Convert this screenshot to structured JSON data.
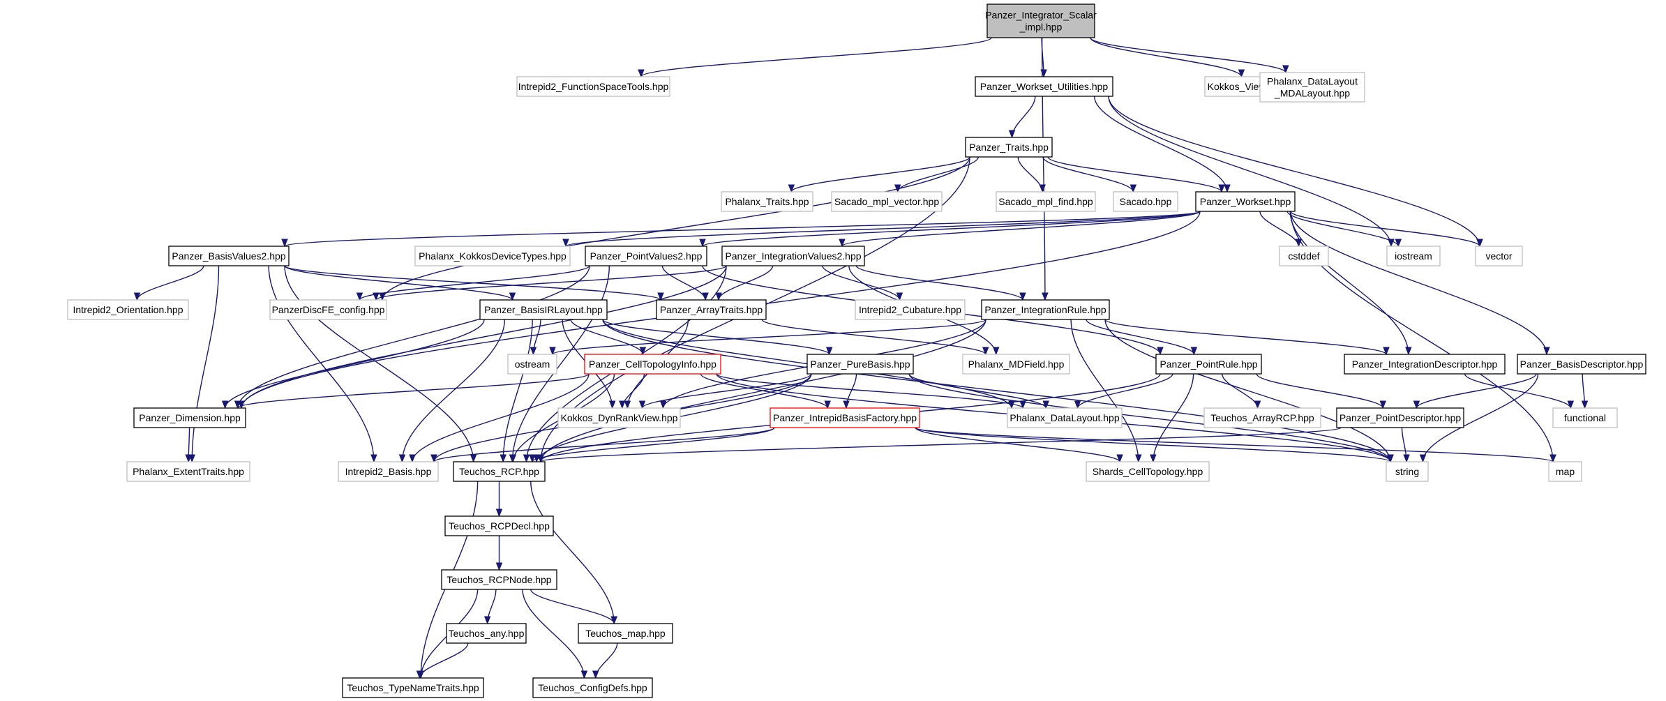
{
  "colors": {
    "edge": "#191970",
    "node_fill": "#ffffff",
    "root_fill": "#bfbfbf",
    "border_normal": "#000000",
    "border_external": "#bfbfbf",
    "border_truncated": "#ff0000"
  },
  "nodes": [
    {
      "id": "root",
      "lines": [
        "Panzer_Integrator_Scalar",
        "_impl.hpp"
      ],
      "style": "root"
    },
    {
      "id": "intrepid2_fst",
      "lines": [
        "Intrepid2_FunctionSpaceTools.hpp"
      ],
      "style": "external"
    },
    {
      "id": "workset_util",
      "lines": [
        "Panzer_Workset_Utilities.hpp"
      ],
      "style": "normal"
    },
    {
      "id": "kokkos_vf",
      "lines": [
        "Kokkos_ViewFactory.hpp"
      ],
      "style": "external"
    },
    {
      "id": "phalanx_mda",
      "lines": [
        "Phalanx_DataLayout",
        "_MDALayout.hpp"
      ],
      "style": "external"
    },
    {
      "id": "traits",
      "lines": [
        "Panzer_Traits.hpp"
      ],
      "style": "normal"
    },
    {
      "id": "phalanx_traits",
      "lines": [
        "Phalanx_Traits.hpp"
      ],
      "style": "external"
    },
    {
      "id": "sacado_mpl_vector",
      "lines": [
        "Sacado_mpl_vector.hpp"
      ],
      "style": "external"
    },
    {
      "id": "sacado_mpl_find",
      "lines": [
        "Sacado_mpl_find.hpp"
      ],
      "style": "external"
    },
    {
      "id": "sacado",
      "lines": [
        "Sacado.hpp"
      ],
      "style": "external"
    },
    {
      "id": "workset",
      "lines": [
        "Panzer_Workset.hpp"
      ],
      "style": "normal"
    },
    {
      "id": "basisvalues2",
      "lines": [
        "Panzer_BasisValues2.hpp"
      ],
      "style": "normal"
    },
    {
      "id": "phalanx_kdt",
      "lines": [
        "Phalanx_KokkosDeviceTypes.hpp"
      ],
      "style": "external"
    },
    {
      "id": "pointvalues2",
      "lines": [
        "Panzer_PointValues2.hpp"
      ],
      "style": "normal"
    },
    {
      "id": "integrationvalues2",
      "lines": [
        "Panzer_IntegrationValues2.hpp"
      ],
      "style": "normal"
    },
    {
      "id": "cstddef",
      "lines": [
        "cstddef"
      ],
      "style": "external"
    },
    {
      "id": "iostream",
      "lines": [
        "iostream"
      ],
      "style": "external"
    },
    {
      "id": "vector",
      "lines": [
        "vector"
      ],
      "style": "external"
    },
    {
      "id": "intrepid2_orient",
      "lines": [
        "Intrepid2_Orientation.hpp"
      ],
      "style": "external"
    },
    {
      "id": "panzerdiscfe",
      "lines": [
        "PanzerDiscFE_config.hpp"
      ],
      "style": "external"
    },
    {
      "id": "basisirlayout",
      "lines": [
        "Panzer_BasisIRLayout.hpp"
      ],
      "style": "normal"
    },
    {
      "id": "arraytraits",
      "lines": [
        "Panzer_ArrayTraits.hpp"
      ],
      "style": "normal"
    },
    {
      "id": "intrepid2_cub",
      "lines": [
        "Intrepid2_Cubature.hpp"
      ],
      "style": "external"
    },
    {
      "id": "integrationrule",
      "lines": [
        "Panzer_IntegrationRule.hpp"
      ],
      "style": "normal"
    },
    {
      "id": "ostream",
      "lines": [
        "ostream"
      ],
      "style": "external"
    },
    {
      "id": "celltopologyinfo",
      "lines": [
        "Panzer_CellTopologyInfo.hpp"
      ],
      "style": "truncated"
    },
    {
      "id": "purebasis",
      "lines": [
        "Panzer_PureBasis.hpp"
      ],
      "style": "normal"
    },
    {
      "id": "phalanx_mdfield",
      "lines": [
        "Phalanx_MDField.hpp"
      ],
      "style": "external"
    },
    {
      "id": "pointrule",
      "lines": [
        "Panzer_PointRule.hpp"
      ],
      "style": "normal"
    },
    {
      "id": "integrationdesc",
      "lines": [
        "Panzer_IntegrationDescriptor.hpp"
      ],
      "style": "normal"
    },
    {
      "id": "basisdesc",
      "lines": [
        "Panzer_BasisDescriptor.hpp"
      ],
      "style": "normal"
    },
    {
      "id": "dimension",
      "lines": [
        "Panzer_Dimension.hpp"
      ],
      "style": "normal"
    },
    {
      "id": "kokkos_drv",
      "lines": [
        "Kokkos_DynRankView.hpp"
      ],
      "style": "external"
    },
    {
      "id": "intrepidbasisfactory",
      "lines": [
        "Panzer_IntrepidBasisFactory.hpp"
      ],
      "style": "truncated"
    },
    {
      "id": "phalanx_dl",
      "lines": [
        "Phalanx_DataLayout.hpp"
      ],
      "style": "external"
    },
    {
      "id": "teuchos_arrayrcp",
      "lines": [
        "Teuchos_ArrayRCP.hpp"
      ],
      "style": "external"
    },
    {
      "id": "pointdesc",
      "lines": [
        "Panzer_PointDescriptor.hpp"
      ],
      "style": "normal"
    },
    {
      "id": "functional",
      "lines": [
        "functional"
      ],
      "style": "external"
    },
    {
      "id": "phalanx_et",
      "lines": [
        "Phalanx_ExtentTraits.hpp"
      ],
      "style": "external"
    },
    {
      "id": "intrepid2_basis",
      "lines": [
        "Intrepid2_Basis.hpp"
      ],
      "style": "external"
    },
    {
      "id": "teuchos_rcp",
      "lines": [
        "Teuchos_RCP.hpp"
      ],
      "style": "normal"
    },
    {
      "id": "shards_ct",
      "lines": [
        "Shards_CellTopology.hpp"
      ],
      "style": "external"
    },
    {
      "id": "string",
      "lines": [
        "string"
      ],
      "style": "external"
    },
    {
      "id": "map",
      "lines": [
        "map"
      ],
      "style": "external"
    },
    {
      "id": "teuchos_rcpdecl",
      "lines": [
        "Teuchos_RCPDecl.hpp"
      ],
      "style": "normal"
    },
    {
      "id": "teuchos_rcpnode",
      "lines": [
        "Teuchos_RCPNode.hpp"
      ],
      "style": "normal"
    },
    {
      "id": "teuchos_any",
      "lines": [
        "Teuchos_any.hpp"
      ],
      "style": "normal"
    },
    {
      "id": "teuchos_map",
      "lines": [
        "Teuchos_map.hpp"
      ],
      "style": "normal"
    },
    {
      "id": "teuchos_tnt",
      "lines": [
        "Teuchos_TypeNameTraits.hpp"
      ],
      "style": "normal"
    },
    {
      "id": "teuchos_cd",
      "lines": [
        "Teuchos_ConfigDefs.hpp"
      ],
      "style": "normal"
    }
  ],
  "edges": [
    [
      "root",
      "intrepid2_fst"
    ],
    [
      "root",
      "workset_util"
    ],
    [
      "root",
      "kokkos_vf"
    ],
    [
      "root",
      "phalanx_mda"
    ],
    [
      "root",
      "integrationrule"
    ],
    [
      "workset_util",
      "traits"
    ],
    [
      "workset_util",
      "workset"
    ],
    [
      "workset_util",
      "iostream"
    ],
    [
      "workset_util",
      "vector"
    ],
    [
      "traits",
      "phalanx_traits"
    ],
    [
      "traits",
      "sacado_mpl_vector"
    ],
    [
      "traits",
      "sacado_mpl_find"
    ],
    [
      "traits",
      "sacado"
    ],
    [
      "traits",
      "workset"
    ],
    [
      "traits",
      "panzerdiscfe"
    ],
    [
      "traits",
      "teuchos_rcp"
    ],
    [
      "workset",
      "basisvalues2"
    ],
    [
      "workset",
      "phalanx_kdt"
    ],
    [
      "workset",
      "pointvalues2"
    ],
    [
      "workset",
      "integrationvalues2"
    ],
    [
      "workset",
      "cstddef"
    ],
    [
      "workset",
      "iostream"
    ],
    [
      "workset",
      "vector"
    ],
    [
      "workset",
      "map"
    ],
    [
      "workset",
      "integrationdesc"
    ],
    [
      "workset",
      "basisdesc"
    ],
    [
      "workset",
      "dimension"
    ],
    [
      "basisvalues2",
      "intrepid2_orient"
    ],
    [
      "basisvalues2",
      "basisirlayout"
    ],
    [
      "basisvalues2",
      "arraytraits"
    ],
    [
      "basisvalues2",
      "intrepid2_basis"
    ],
    [
      "basisvalues2",
      "teuchos_rcp"
    ],
    [
      "basisvalues2",
      "phalanx_et"
    ],
    [
      "pointvalues2",
      "panzerdiscfe"
    ],
    [
      "pointvalues2",
      "arraytraits"
    ],
    [
      "pointvalues2",
      "dimension"
    ],
    [
      "pointvalues2",
      "teuchos_rcp"
    ],
    [
      "pointvalues2",
      "pointrule"
    ],
    [
      "integrationvalues2",
      "panzerdiscfe"
    ],
    [
      "integrationvalues2",
      "arraytraits"
    ],
    [
      "integrationvalues2",
      "intrepid2_cub"
    ],
    [
      "integrationvalues2",
      "integrationrule"
    ],
    [
      "integrationvalues2",
      "phalanx_mdfield"
    ],
    [
      "integrationvalues2",
      "dimension"
    ],
    [
      "integrationvalues2",
      "teuchos_rcp"
    ],
    [
      "basisirlayout",
      "celltopologyinfo"
    ],
    [
      "basisirlayout",
      "purebasis"
    ],
    [
      "basisirlayout",
      "dimension"
    ],
    [
      "basisirlayout",
      "kokkos_drv"
    ],
    [
      "basisirlayout",
      "teuchos_rcp"
    ],
    [
      "basisirlayout",
      "intrepid2_basis"
    ],
    [
      "basisirlayout",
      "phalanx_dl"
    ],
    [
      "basisirlayout",
      "ostream"
    ],
    [
      "basisirlayout",
      "string"
    ],
    [
      "arraytraits",
      "kokkos_drv"
    ],
    [
      "arraytraits",
      "phalanx_mdfield"
    ],
    [
      "integrationrule",
      "ostream"
    ],
    [
      "integrationrule",
      "pointrule"
    ],
    [
      "integrationrule",
      "integrationdesc"
    ],
    [
      "integrationrule",
      "shards_ct"
    ],
    [
      "integrationrule",
      "teuchos_rcp"
    ],
    [
      "integrationrule",
      "kokkos_drv"
    ],
    [
      "integrationrule",
      "string"
    ],
    [
      "celltopologyinfo",
      "dimension"
    ],
    [
      "celltopologyinfo",
      "kokkos_drv"
    ],
    [
      "celltopologyinfo",
      "intrepidbasisfactory"
    ],
    [
      "celltopologyinfo",
      "teuchos_rcp"
    ],
    [
      "celltopologyinfo",
      "phalanx_dl"
    ],
    [
      "celltopologyinfo",
      "string"
    ],
    [
      "celltopologyinfo",
      "intrepid2_basis"
    ],
    [
      "purebasis",
      "intrepidbasisfactory"
    ],
    [
      "purebasis",
      "kokkos_drv"
    ],
    [
      "purebasis",
      "phalanx_dl"
    ],
    [
      "purebasis",
      "teuchos_rcp"
    ],
    [
      "purebasis",
      "intrepid2_basis"
    ],
    [
      "purebasis",
      "string"
    ],
    [
      "pointrule",
      "phalanx_dl"
    ],
    [
      "pointrule",
      "teuchos_arrayrcp"
    ],
    [
      "pointrule",
      "pointdesc"
    ],
    [
      "pointrule",
      "shards_ct"
    ],
    [
      "pointrule",
      "teuchos_rcp"
    ],
    [
      "integrationdesc",
      "functional"
    ],
    [
      "basisdesc",
      "pointdesc"
    ],
    [
      "basisdesc",
      "functional"
    ],
    [
      "basisdesc",
      "string"
    ],
    [
      "pointdesc",
      "string"
    ],
    [
      "pointdesc",
      "teuchos_rcp"
    ],
    [
      "dimension",
      "phalanx_et"
    ],
    [
      "intrepidbasisfactory",
      "intrepid2_basis"
    ],
    [
      "intrepidbasisfactory",
      "teuchos_rcp"
    ],
    [
      "intrepidbasisfactory",
      "shards_ct"
    ],
    [
      "intrepidbasisfactory",
      "string"
    ],
    [
      "intrepidbasisfactory",
      "map"
    ],
    [
      "teuchos_rcp",
      "teuchos_rcpdecl"
    ],
    [
      "teuchos_rcp",
      "teuchos_tnt"
    ],
    [
      "teuchos_rcp",
      "teuchos_map"
    ],
    [
      "teuchos_rcpdecl",
      "teuchos_rcpnode"
    ],
    [
      "teuchos_rcpnode",
      "teuchos_any"
    ],
    [
      "teuchos_rcpnode",
      "teuchos_map"
    ],
    [
      "teuchos_rcpnode",
      "teuchos_tnt"
    ],
    [
      "teuchos_rcpnode",
      "teuchos_cd"
    ],
    [
      "teuchos_any",
      "teuchos_tnt"
    ],
    [
      "teuchos_map",
      "teuchos_cd"
    ]
  ]
}
